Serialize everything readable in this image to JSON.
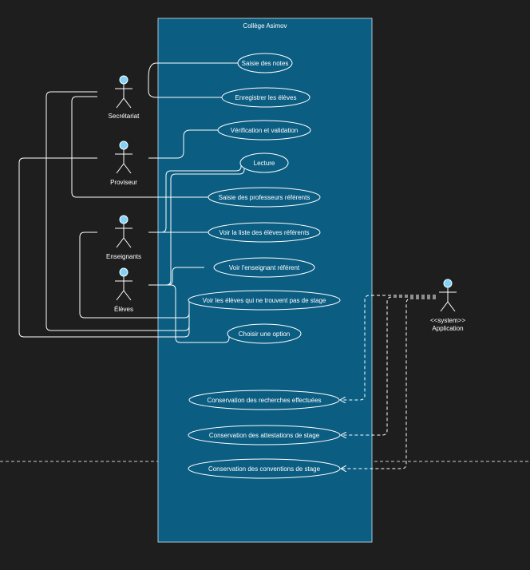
{
  "system": {
    "title": "Collège Asimov",
    "fill": "#0b5d82",
    "border": "#aac7d6"
  },
  "colors": {
    "background": "#1e1e1e",
    "line": "#ffffff",
    "actor_head": "#7fd3f7"
  },
  "actors": [
    {
      "id": "secretariat",
      "name": "Secrétariat"
    },
    {
      "id": "proviseur",
      "name": "Proviseur"
    },
    {
      "id": "enseignants",
      "name": "Enseignants"
    },
    {
      "id": "eleves",
      "name": "Élèves"
    },
    {
      "id": "application",
      "name": "Application",
      "stereotype": "<<system>>"
    }
  ],
  "use_cases": [
    {
      "id": "saisie-notes",
      "label": "Saisie des notes"
    },
    {
      "id": "enregistrer-eleves",
      "label": "Enregistrer les élèves"
    },
    {
      "id": "verification-validation",
      "label": "Vérification et validation"
    },
    {
      "id": "lecture",
      "label": "Lecture"
    },
    {
      "id": "saisie-professeurs",
      "label": "Saisie des professeurs référents"
    },
    {
      "id": "voir-liste-eleves",
      "label": "Voir la liste des élèves référents"
    },
    {
      "id": "voir-enseignant",
      "label": "Voir l'enseignant référent"
    },
    {
      "id": "voir-eleves-sans-stage",
      "label": "Voir les élèves qui ne trouvent pas de stage"
    },
    {
      "id": "choisir-option",
      "label": "Choisir une option"
    },
    {
      "id": "conservation-recherches",
      "label": "Conservation des recherches effectuées"
    },
    {
      "id": "conservation-attestations",
      "label": "Conservation des attestations de stage"
    },
    {
      "id": "conservation-conventions",
      "label": "Conservation des conventions de stage"
    }
  ]
}
